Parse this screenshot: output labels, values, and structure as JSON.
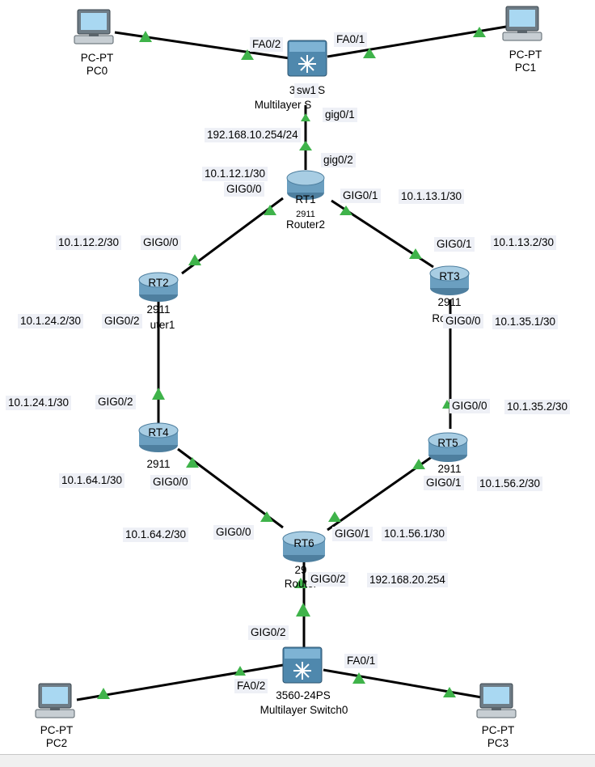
{
  "devices": {
    "pc0": {
      "type": "PC-PT",
      "name": "PC0"
    },
    "pc1": {
      "type": "PC-PT",
      "name": "PC1"
    },
    "pc2": {
      "type": "PC-PT",
      "name": "PC2"
    },
    "pc3": {
      "type": "PC-PT",
      "name": "PC3"
    },
    "sw1": {
      "tag": "sw1",
      "model": "356 PS",
      "name": "Multilayer S"
    },
    "sw0": {
      "model": "3560-24PS",
      "name": "Multilayer Switch0"
    },
    "rt1": {
      "tag": "RT1",
      "model": "2911",
      "name": "Router2"
    },
    "rt2": {
      "tag": "RT2",
      "model": "2911",
      "name": "uter1"
    },
    "rt3": {
      "tag": "RT3",
      "model": "2911",
      "name": "Ro"
    },
    "rt4": {
      "tag": "RT4",
      "model": "2911"
    },
    "rt5": {
      "tag": "RT5",
      "model": "2911"
    },
    "rt6": {
      "tag": "RT6",
      "model": "29",
      "name": "Router"
    }
  },
  "labels": {
    "sw1_fa02": "FA0/2",
    "sw1_fa01": "FA0/1",
    "sw1_gig01": "gig0/1",
    "vlan10_ip": "192.168.10.254/24",
    "rt1_gig02": "gig0/2",
    "rt1_ip_12": "10.1.12.1/30",
    "rt1_gig00": "GIG0/0",
    "rt1_gig01": "GIG0/1",
    "rt1_ip_13": "10.1.13.1/30",
    "rt2_ip_12": "10.1.12.2/30",
    "rt2_gig00": "GIG0/0",
    "rt3_gig01": "GIG0/1",
    "rt3_ip_13": "10.1.13.2/30",
    "rt2_ip_24": "10.1.24.2/30",
    "rt2_gig02": "GIG0/2",
    "rt3_gig00": "GIG0/0",
    "rt3_ip_35": "10.1.35.1/30",
    "rt4_ip_24": "10.1.24.1/30",
    "rt4_gig02": "GIG0/2",
    "rt5_gig00": "GIG0/0",
    "rt5_ip_35": "10.1.35.2/30",
    "rt4_ip_64": "10.1.64.1/30",
    "rt4_gig00": "GIG0/0",
    "rt5_gig01": "GIG0/1",
    "rt5_ip_56": "10.1.56.2/30",
    "rt6_ip_64": "10.1.64.2/30",
    "rt6_gig00": "GIG0/0",
    "rt6_gig01": "GIG0/1",
    "rt6_ip_56": "10.1.56.1/30",
    "rt6_gig02": "GIG0/2",
    "vlan20_ip": "192.168.20.254",
    "sw0_gig02": "GIG0/2",
    "sw0_fa01": "FA0/1",
    "sw0_fa02": "FA0/2"
  },
  "colors": {
    "link": "#000000",
    "link_up_arrow": "#3fb34a",
    "label_bg": "#eef0f6",
    "router_body": "#7faecb",
    "switch_body": "#5d8fb0",
    "pc_screen": "#9fd2f0"
  }
}
